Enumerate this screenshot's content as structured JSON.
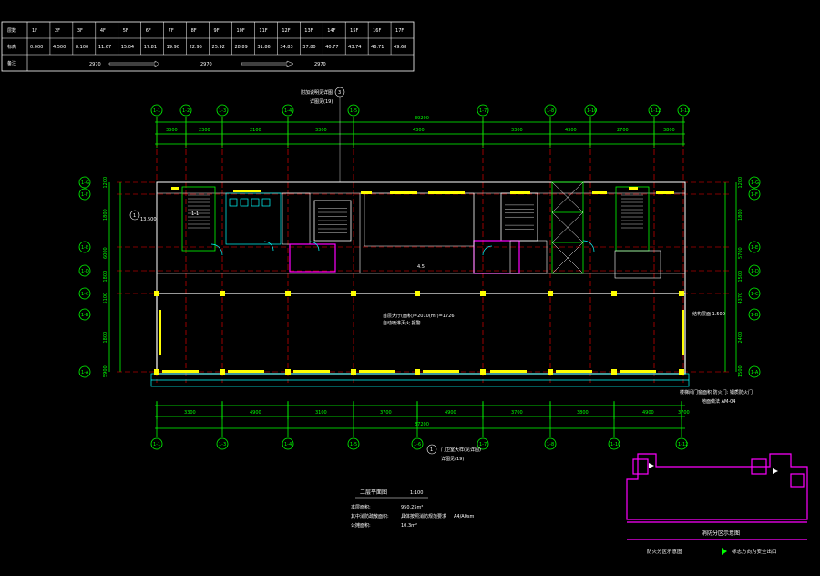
{
  "level_table": {
    "header_label": "层数",
    "header_cells": [
      "1F",
      "2F",
      "3F",
      "4F",
      "5F",
      "6F",
      "7F",
      "8F",
      "9F",
      "10F",
      "11F",
      "12F",
      "13F",
      "14F",
      "15F",
      "16F",
      "17F"
    ],
    "elev_label": "标高",
    "elevations": [
      "0.000",
      "4.500",
      "8.100",
      "11.67",
      "15.04",
      "17.81",
      "19.90",
      "22.95",
      "25.92",
      "28.89",
      "31.86",
      "34.83",
      "37.80",
      "40.77",
      "43.74",
      "46.71",
      "49.68"
    ],
    "note_label": "备注",
    "notes": [
      "2970",
      "2970",
      "2970"
    ]
  },
  "axes": {
    "vertical_top": [
      "1-1",
      "1-2",
      "1-3",
      "1-4",
      "1-5",
      "1-7",
      "1-8",
      "1-10",
      "1-12",
      "1-13"
    ],
    "vertical_bottom": [
      "1-1",
      "1-3",
      "1-4",
      "1-5",
      "1-6",
      "1-7",
      "1-8",
      "1-10",
      "1-12"
    ],
    "horizontal_left": [
      "1-G",
      "1-F",
      "1-E",
      "1-D",
      "1-C",
      "1-B",
      "1-A"
    ],
    "horizontal_right": [
      "1-G",
      "1-F",
      "1-E",
      "1-D",
      "1-C",
      "1-B",
      "1-A"
    ]
  },
  "dimensions": {
    "top_total": "39200",
    "bottom_total": "37200",
    "top_bays": [
      "3300",
      "2300",
      "2100",
      "3300",
      "4300",
      "3300",
      "4300",
      "2700",
      "3800"
    ],
    "bottom_bays": [
      "3300",
      "4900",
      "3100",
      "3700",
      "4900",
      "3700",
      "3800",
      "4900",
      "3700"
    ],
    "left_dims": [
      "1200",
      "1800",
      "6000",
      "1800",
      "5100",
      "1800",
      "5900"
    ],
    "right_dims": [
      "1200",
      "1800",
      "5700",
      "1500",
      "4370",
      "2400",
      "1500"
    ]
  },
  "labels": {
    "section_tag": "3",
    "section_tag2": "1",
    "section_tag3": "1",
    "top_note": "附加说明见详图",
    "top_note2": "详图见(19)",
    "mid_note": "4.5",
    "hall_note": "首层大厅(面积)=2010(m²)=1726",
    "hall_note2": "自动喷淋灭火 报警",
    "stair_label": "1-1",
    "elev_mark": "13.500",
    "bottom_note": "门卫室大样(见详图)",
    "bottom_note2": "详图见(19)",
    "right_note": "结构层面 1.500",
    "right_note2": "楼梯间门窗面积 防火门: 钢质防火门",
    "right_note3": "地面做法 AM-04"
  },
  "legend": {
    "title": "二层平面图",
    "scale": "1:100",
    "lines": [
      {
        "label": "本层面积:",
        "value": "950.25m²"
      },
      {
        "label": "其中消防疏散面积:",
        "value": "具体按照消防规范要求"
      },
      {
        "label": "公摊面积:",
        "value": "10.3m²"
      }
    ],
    "aside": "A4/A0sm"
  },
  "key_plan": {
    "title": "消防分区示意图",
    "legend_item1": "防火分区示意图",
    "legend_item2": "标志方向为安全出口"
  },
  "colors": {
    "background": "#000000",
    "grid": "#00ff00",
    "walls": "#ffffff",
    "columns": "#ffff00",
    "axis_lines": "#ff0000",
    "key_plan": "#ff00ff"
  }
}
